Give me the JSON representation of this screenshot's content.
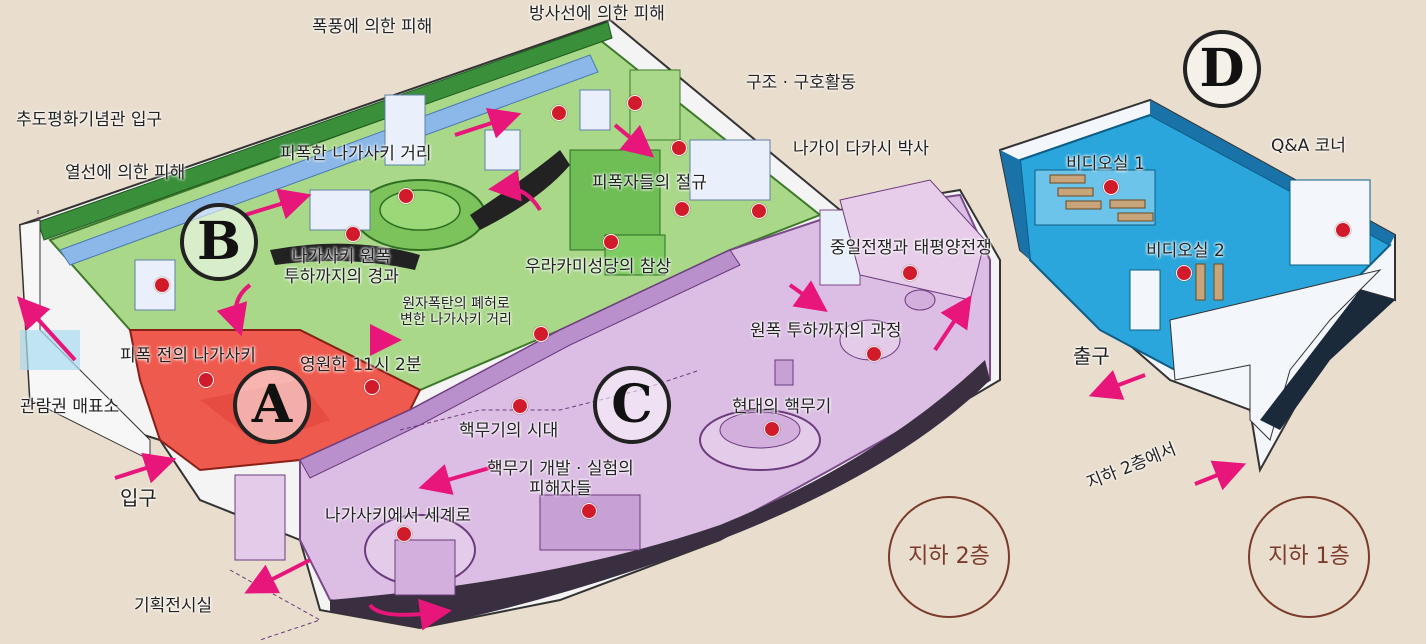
{
  "colors": {
    "background": "#e9ddcd",
    "zone_a": "#ef5a4e",
    "zone_b": "#9fd27a",
    "zone_c": "#d9b4e0",
    "zone_d": "#2aa6dc",
    "arrow": "#e8157a",
    "marker": "#d11a2a"
  },
  "zones": {
    "a": "A",
    "b": "B",
    "c": "C",
    "d": "D"
  },
  "floors": {
    "b2": "지하 2층",
    "b1": "지하 1층"
  },
  "labels": {
    "storm": "폭풍에 의한 피해",
    "radiation": "방사선에 의한 피해",
    "rescue": "구조 · 구호활동",
    "memorial_entrance": "추도평화기념관 입구",
    "heat": "열선에 의한 피해",
    "bombed_street": "피폭한 나가사키 거리",
    "nagai": "나가이 다카시 박사",
    "victims_cry": "피폭자들의 절규",
    "sino_japanese": "중일전쟁과 태평양전쟁",
    "history_line1": "나가사키 원폭",
    "history_line2": "투하까지의 경과",
    "urakami": "우라카미성당의 참상",
    "ruins_line1": "원자폭탄의 폐허로",
    "ruins_line2": "변한 나가사키 거리",
    "process": "원폭 투하까지의 과정",
    "before": "피폭 전의 나가사키",
    "eternal": "영원한 11시 2분",
    "ticket": "관람권 매표소",
    "nuclear_age": "핵무기의 시대",
    "modern": "현대의 핵무기",
    "dev_line1": "핵무기 개발 · 실험의",
    "dev_line2": "피해자들",
    "entrance": "입구",
    "to_world": "나가사키에서 세계로",
    "special": "기획전시실",
    "video1": "비디오실 1",
    "video2": "비디오실 2",
    "qa": "Q&A 코너",
    "exit": "출구",
    "from_b2": "지하 2층에서"
  }
}
